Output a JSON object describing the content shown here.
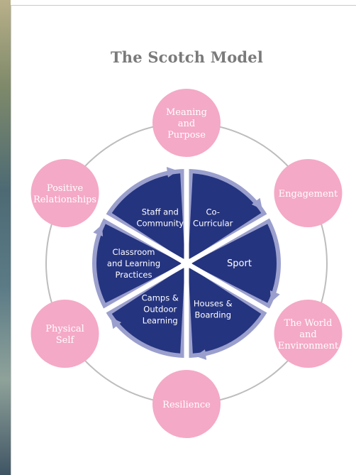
{
  "title": "The Scotch Model",
  "colors": {
    "outer_circle": "#f4a9c6",
    "inner_segment": "#25347f",
    "inner_border": "#9a9fcd",
    "ring": "#bdbdbd",
    "title": "#7a7a7a"
  },
  "outer_nodes": [
    {
      "lines": [
        "Meaning",
        "and",
        "Purpose"
      ]
    },
    {
      "lines": [
        "Engagement"
      ]
    },
    {
      "lines": [
        "The World",
        "and",
        "Environment"
      ]
    },
    {
      "lines": [
        "Resilience"
      ]
    },
    {
      "lines": [
        "Physical",
        "Self"
      ]
    },
    {
      "lines": [
        "Positive",
        "Relationships"
      ]
    }
  ],
  "inner_segments": [
    {
      "lines": [
        "Co-",
        "Curricular"
      ]
    },
    {
      "lines": [
        "Sport"
      ]
    },
    {
      "lines": [
        "Houses &",
        "Boarding"
      ]
    },
    {
      "lines": [
        "Camps &",
        "Outdoor",
        "Learning"
      ]
    },
    {
      "lines": [
        "Classroom",
        "and Learning",
        "Practices"
      ]
    },
    {
      "lines": [
        "Staff and",
        "Community"
      ]
    }
  ]
}
